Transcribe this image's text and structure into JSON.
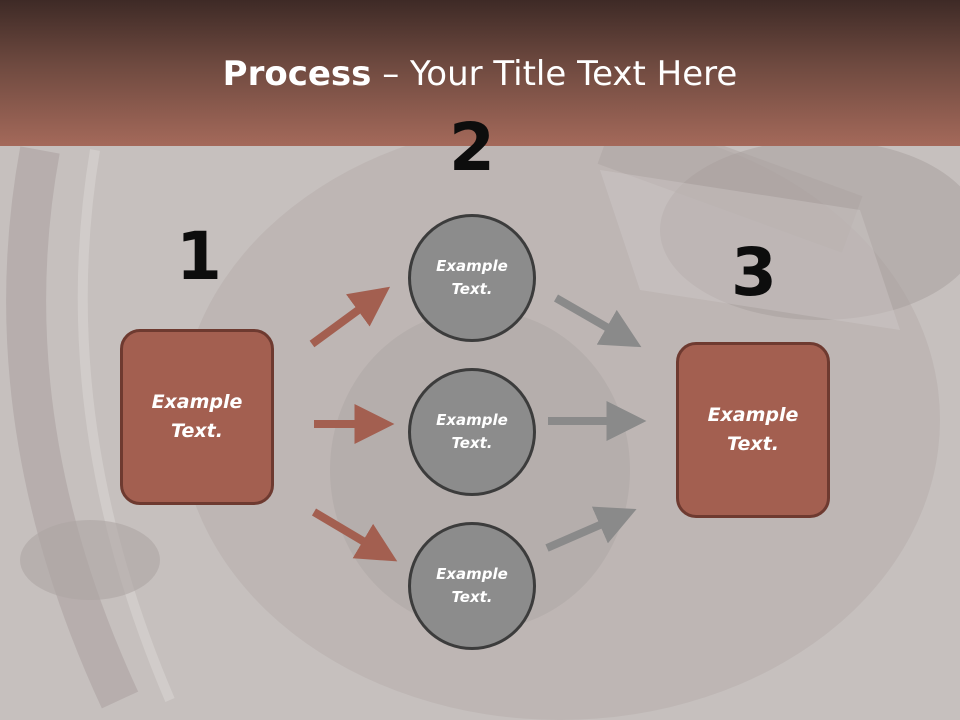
{
  "slide": {
    "title_bold": "Process",
    "title_sep": " – ",
    "title_rest": "Your Title Text Here"
  },
  "steps": {
    "one": "1",
    "two": "2",
    "three": "3"
  },
  "nodes": {
    "left_box": "Example Text.",
    "circle_top": "Example Text.",
    "circle_middle": "Example Text.",
    "circle_bottom": "Example Text.",
    "right_box": "Example Text."
  },
  "colors": {
    "header": "#a4695a",
    "box_fill": "#a35f50",
    "box_border": "#6e3a30",
    "circle_fill": "#8c8c8c",
    "arrow_red": "#a35f50",
    "arrow_gray": "#8a8a8a"
  }
}
